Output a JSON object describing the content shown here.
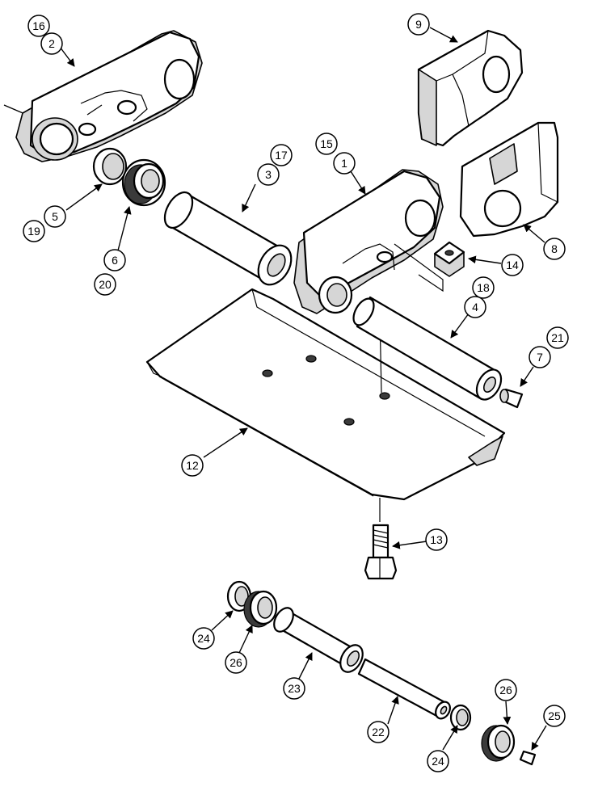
{
  "callouts": {
    "c16": "16",
    "c2": "2",
    "c9": "9",
    "c17": "17",
    "c3": "3",
    "c15": "15",
    "c1": "1",
    "c5": "5",
    "c19": "19",
    "c6": "6",
    "c20": "20",
    "c8": "8",
    "c14": "14",
    "c18": "18",
    "c4": "4",
    "c21": "21",
    "c7": "7",
    "c12": "12",
    "c13": "13",
    "c24a": "24",
    "c26a": "26",
    "c23": "23",
    "c22": "22",
    "c24b": "24",
    "c26b": "26",
    "c25": "25"
  }
}
